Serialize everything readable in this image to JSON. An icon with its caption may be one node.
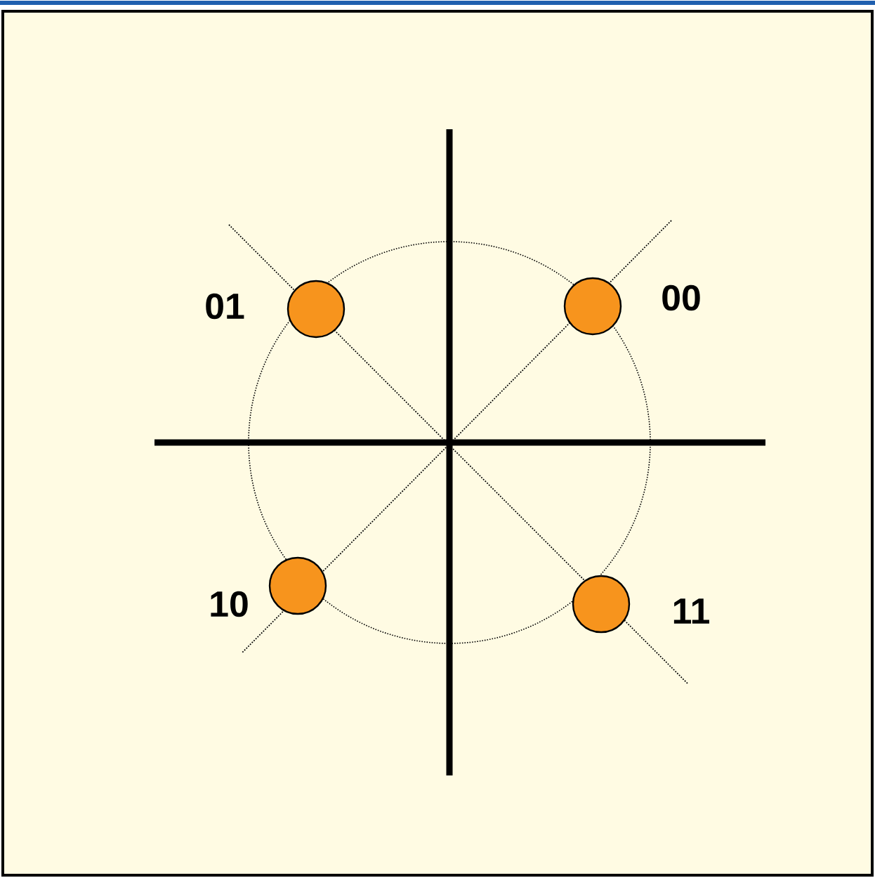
{
  "diagram": {
    "nodes": [
      {
        "text": [],
        "shape": "circle",
        "beside": [
          "01"
        ]
      },
      {
        "text": [],
        "shape": "circle",
        "beside": [
          "00"
        ]
      },
      {
        "text": [],
        "shape": "circle",
        "beside": [
          "10"
        ]
      },
      {
        "text": [],
        "shape": "circle",
        "beside": [
          "11"
        ]
      }
    ]
  }
}
